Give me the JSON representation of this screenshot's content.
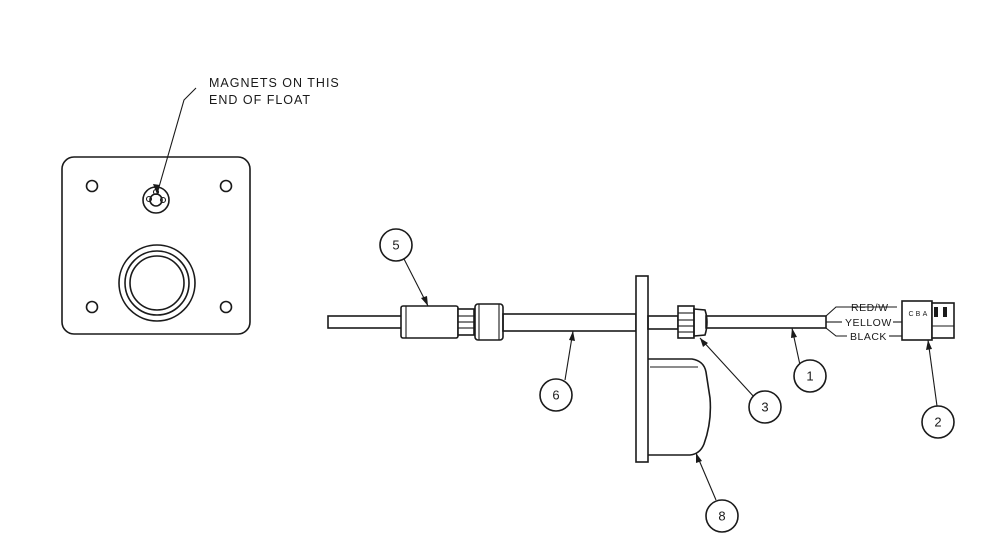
{
  "note": {
    "line1": "MAGNETS ON THIS",
    "line2": "END OF FLOAT"
  },
  "wires": {
    "red": "RED/W",
    "yellow": "YELLOW",
    "black": "BLACK"
  },
  "connector_pins": [
    "C",
    "B",
    "A"
  ],
  "callouts": {
    "c1": "1",
    "c2": "2",
    "c3": "3",
    "c5": "5",
    "c6": "6",
    "c8": "8"
  }
}
